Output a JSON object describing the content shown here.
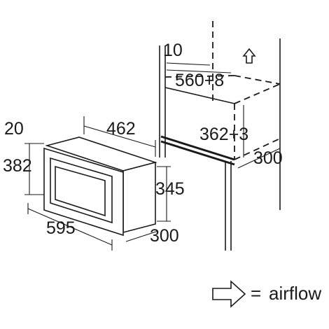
{
  "oven": {
    "dim_top_offset": "20",
    "dim_frame_height": "382",
    "dim_body_depth": "462",
    "dim_body_height": "345",
    "dim_frame_width": "595",
    "dim_body_side_depth": "300"
  },
  "cabinet": {
    "dim_gap": "10",
    "dim_niche_width": "560+8",
    "dim_niche_height": "362+3",
    "dim_niche_depth": "300"
  },
  "legend": {
    "equals": "=",
    "label": "airflow"
  }
}
